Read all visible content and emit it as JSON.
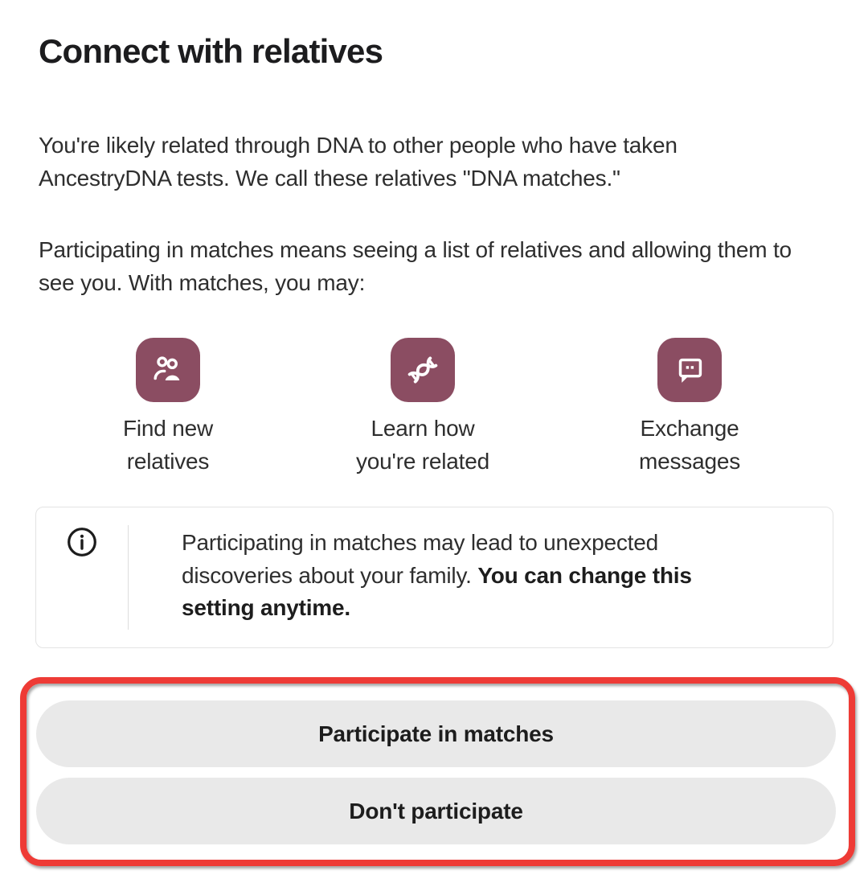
{
  "header": {
    "title": "Connect with relatives"
  },
  "paragraphs": {
    "intro": "You're likely related through DNA to other people who have taken AncestryDNA tests. We call these relatives \"DNA matches.\"",
    "participation": "Participating in matches means seeing a list of relatives and allowing them to see you. With matches, you may:"
  },
  "benefits": [
    {
      "icon": "people-icon",
      "line1": "Find new",
      "line2": "relatives"
    },
    {
      "icon": "dna-icon",
      "line1": "Learn how",
      "line2": "you're related"
    },
    {
      "icon": "message-icon",
      "line1": "Exchange",
      "line2": "messages"
    }
  ],
  "note": {
    "icon": "info-icon",
    "text": "Participating in matches may lead to unexpected discoveries about your family.",
    "bold_text": "You can change this setting anytime."
  },
  "buttons": {
    "participate": "Participate in matches",
    "dont_participate": "Don't participate"
  },
  "colors": {
    "icon_tile_plum": "#8B4D62",
    "annotation_red": "#EE3B36",
    "button_background": "#E9E9E9"
  }
}
